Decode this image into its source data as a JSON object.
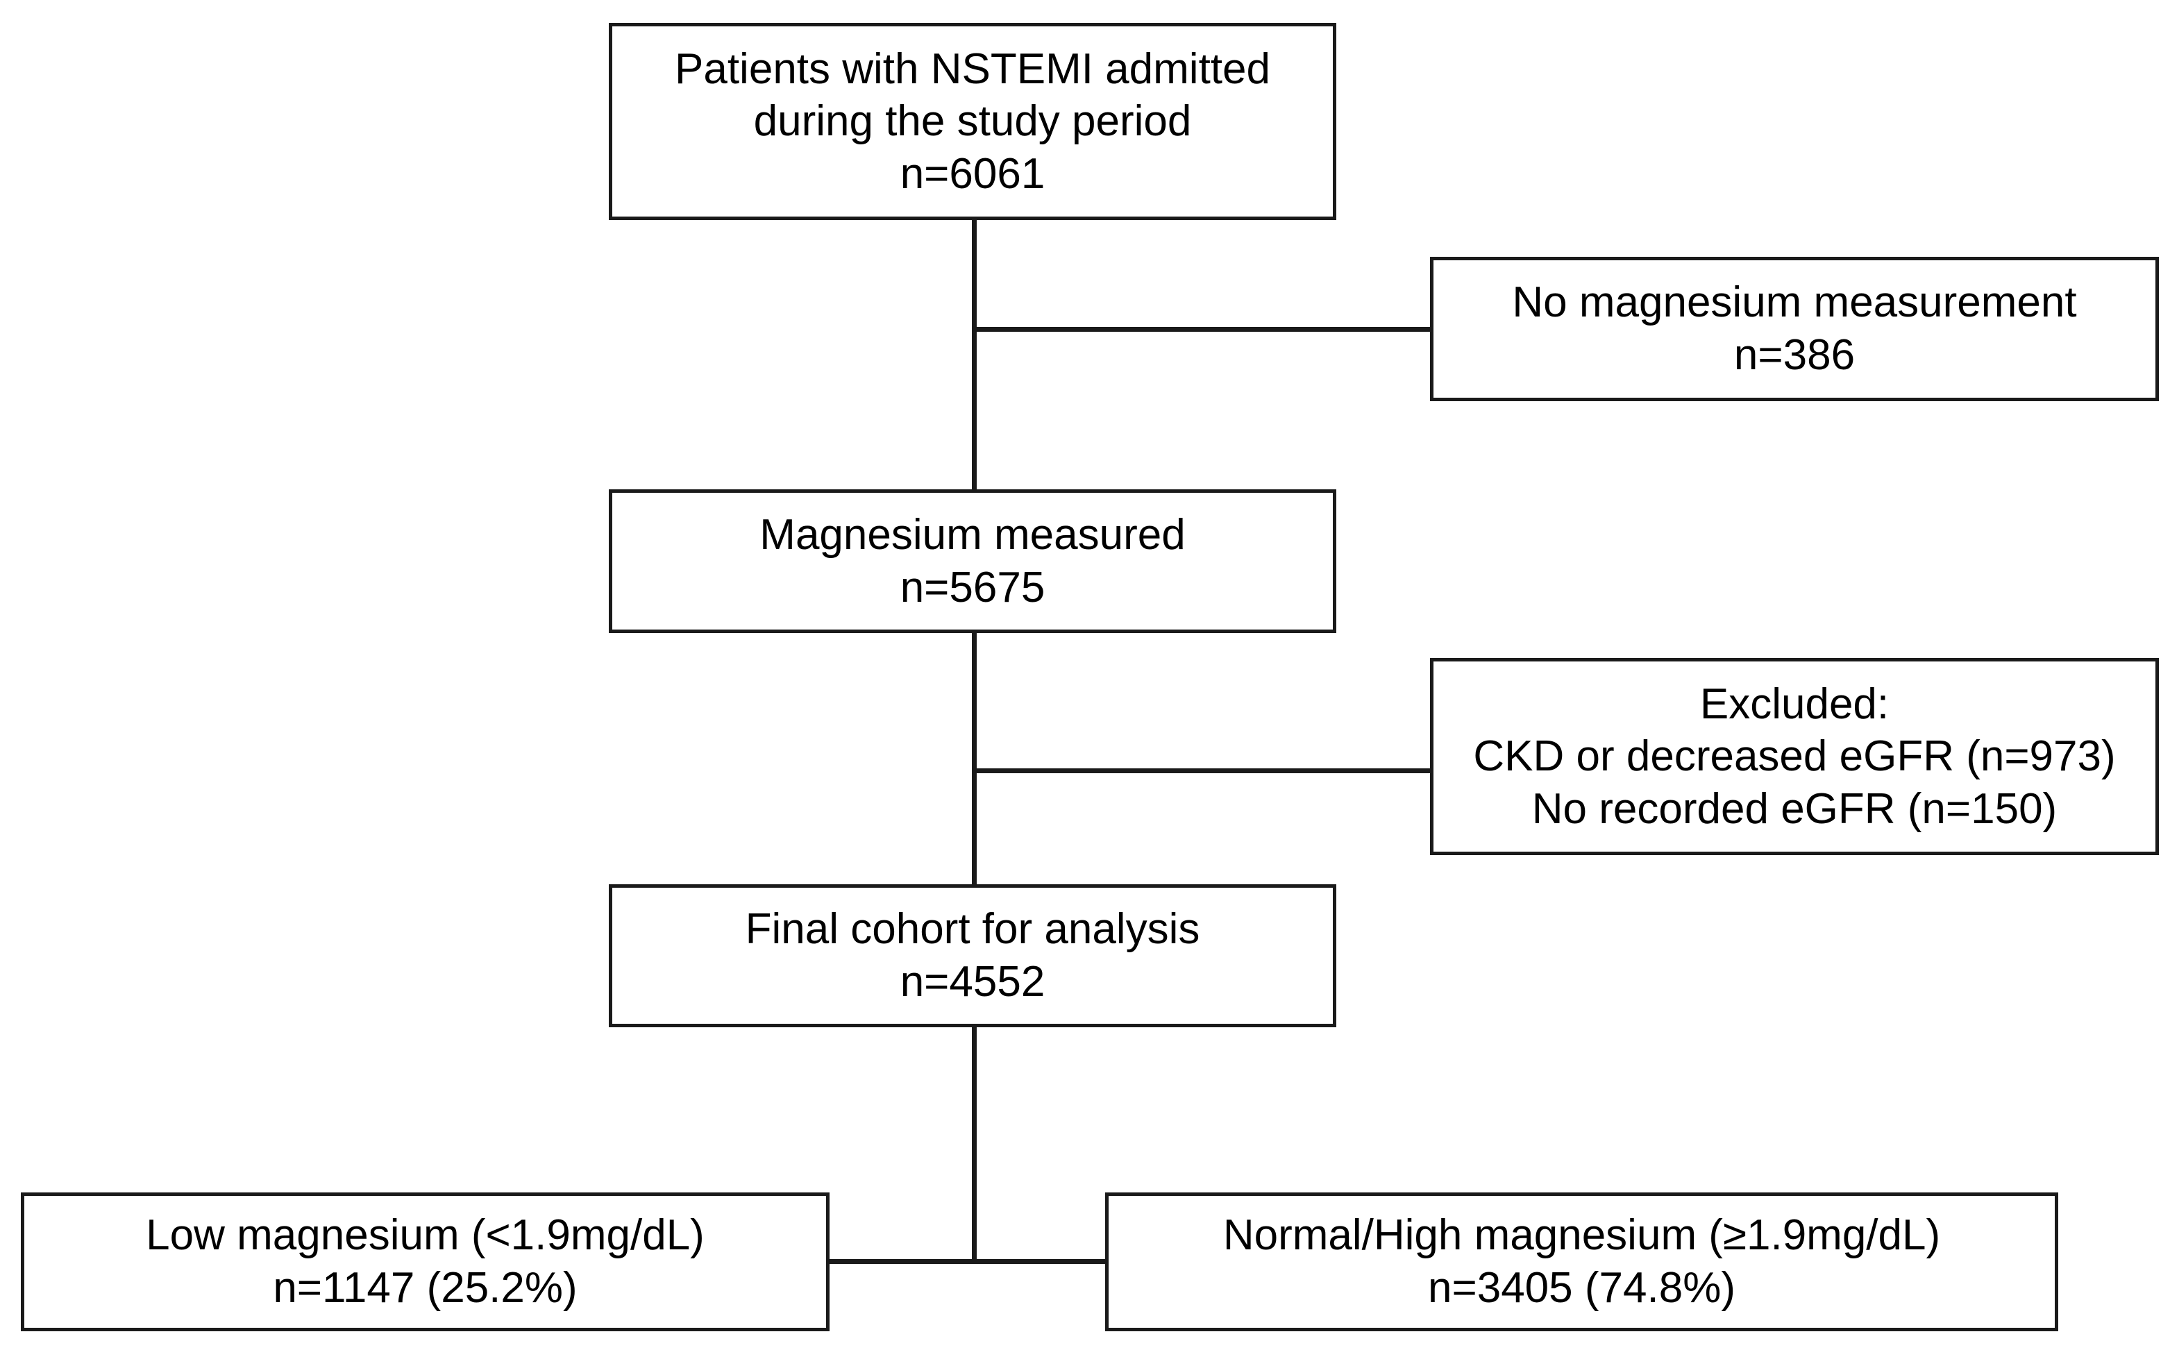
{
  "figure": {
    "type": "flowchart",
    "title": "NSTEMI patient cohort selection flow diagram",
    "colors": {
      "background": "#ffffff",
      "border": "#1a1a1a",
      "text": "#000000",
      "connector": "#1a1a1a"
    }
  },
  "nodes": {
    "nstemi": {
      "label": "Patients with NSTEMI admitted during the study period",
      "line1": "Patients with NSTEMI admitted",
      "line2": "during the study period",
      "line3": "n=6061",
      "n": 6061
    },
    "no_magnesium": {
      "label": "No magnesium measurement",
      "line1": "No magnesium measurement",
      "line2": "n=386",
      "n": 386
    },
    "magnesium_measured": {
      "label": "Magnesium measured",
      "line1": "Magnesium measured",
      "line2": "n=5675",
      "n": 5675
    },
    "excluded": {
      "label": "Excluded",
      "line1": "Excluded:",
      "line2": "CKD or decreased eGFR (n=973)",
      "line3": "No recorded eGFR (n=150)",
      "ckd_n": 973,
      "no_egfr_n": 150
    },
    "final_cohort": {
      "label": "Final cohort for analysis",
      "line1": "Final cohort for analysis",
      "line2": "n=4552",
      "n": 4552
    },
    "low_magnesium": {
      "label": "Low magnesium (<1.9mg/dL)",
      "line1": "Low magnesium (<1.9mg/dL)",
      "line2": "n=1147  (25.2%)",
      "n": 1147,
      "percent": "25.2%"
    },
    "normal_high_magnesium": {
      "label": "Normal/High magnesium (≥1.9mg/dL)",
      "line1": "Normal/High magnesium (≥1.9mg/dL)",
      "line2": "n=3405  (74.8%)",
      "n": 3405,
      "percent": "74.8%"
    }
  },
  "edges": [
    {
      "name": "nstemi-to-magnesium-measured",
      "from": "nstemi",
      "to": "magnesium_measured",
      "kind": "vertical"
    },
    {
      "name": "nstemi-to-no-magnesium",
      "from": "nstemi",
      "to": "no_magnesium",
      "kind": "horizontal-branch"
    },
    {
      "name": "magnesium-measured-to-final-cohort",
      "from": "magnesium_measured",
      "to": "final_cohort",
      "kind": "vertical"
    },
    {
      "name": "magnesium-measured-to-excluded",
      "from": "magnesium_measured",
      "to": "excluded",
      "kind": "horizontal-branch"
    },
    {
      "name": "final-cohort-to-split",
      "from": "final_cohort",
      "to": "low_magnesium,normal_high_magnesium",
      "kind": "vertical-split"
    }
  ]
}
